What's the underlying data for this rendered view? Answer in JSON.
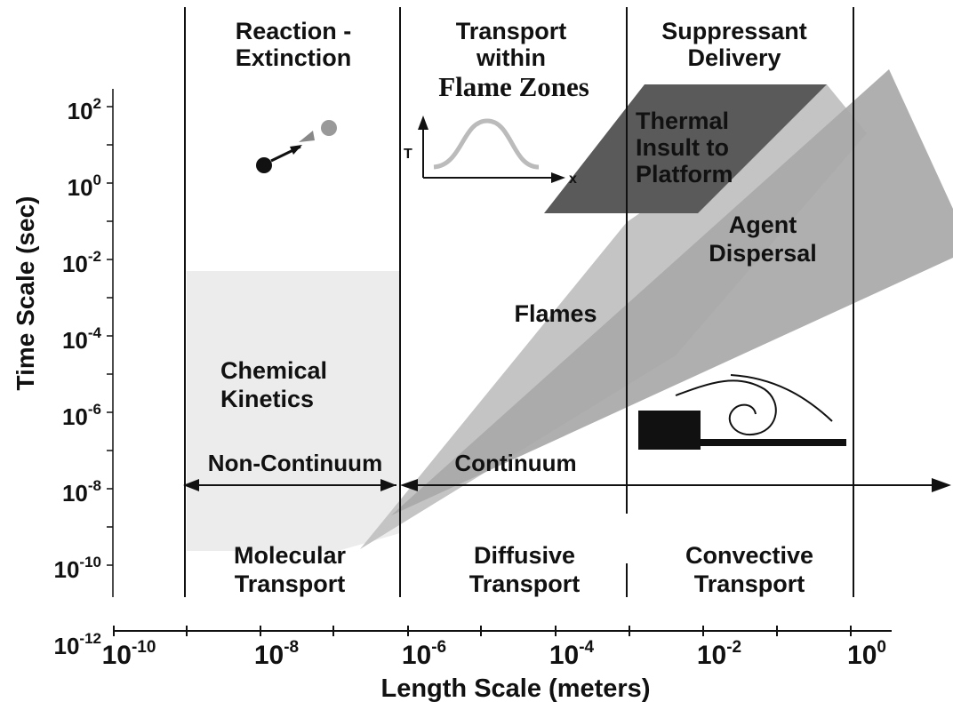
{
  "axes": {
    "x_title": "Length Scale (meters)",
    "y_title": "Time Scale (sec)",
    "x_ticks": [
      {
        "base": "10",
        "exp": "-10"
      },
      {
        "base": "10",
        "exp": "-8"
      },
      {
        "base": "10",
        "exp": "-6"
      },
      {
        "base": "10",
        "exp": "-4"
      },
      {
        "base": "10",
        "exp": "-2"
      },
      {
        "base": "10",
        "exp": "0"
      }
    ],
    "y_ticks": [
      {
        "base": "10",
        "exp": "2"
      },
      {
        "base": "10",
        "exp": "0"
      },
      {
        "base": "10",
        "exp": "-2"
      },
      {
        "base": "10",
        "exp": "-4"
      },
      {
        "base": "10",
        "exp": "-6"
      },
      {
        "base": "10",
        "exp": "-8"
      },
      {
        "base": "10",
        "exp": "-10"
      },
      {
        "base": "10",
        "exp": "-12"
      }
    ]
  },
  "column_headers": {
    "reaction": [
      "Reaction -",
      "Extinction"
    ],
    "transport": [
      "Transport",
      "within"
    ],
    "flame_zones": "Flame Zones",
    "suppressant": [
      "Suppressant",
      "Delivery"
    ]
  },
  "regions": {
    "thermal": [
      "Thermal",
      "Insult to",
      "Platform"
    ],
    "agent": [
      "Agent",
      "Dispersal"
    ],
    "flames": "Flames",
    "chemical": [
      "Chemical",
      "Kinetics"
    ]
  },
  "regimes": {
    "non_continuum": "Non-Continuum",
    "continuum": "Continuum"
  },
  "bottom_labels": {
    "molecular": [
      "Molecular",
      "Transport"
    ],
    "diffusive": [
      "Diffusive",
      "Transport"
    ],
    "convective": [
      "Convective",
      "Transport"
    ]
  },
  "inset": {
    "y_axis_label": "T",
    "x_axis_label": "x"
  },
  "colors": {
    "thermal_fill": "#5a5a5a",
    "agent_fill": "#a8a8a8",
    "flames_fill": "#c4c4c4",
    "molecular_fill": "#e4e4e4",
    "line": "#111111"
  }
}
